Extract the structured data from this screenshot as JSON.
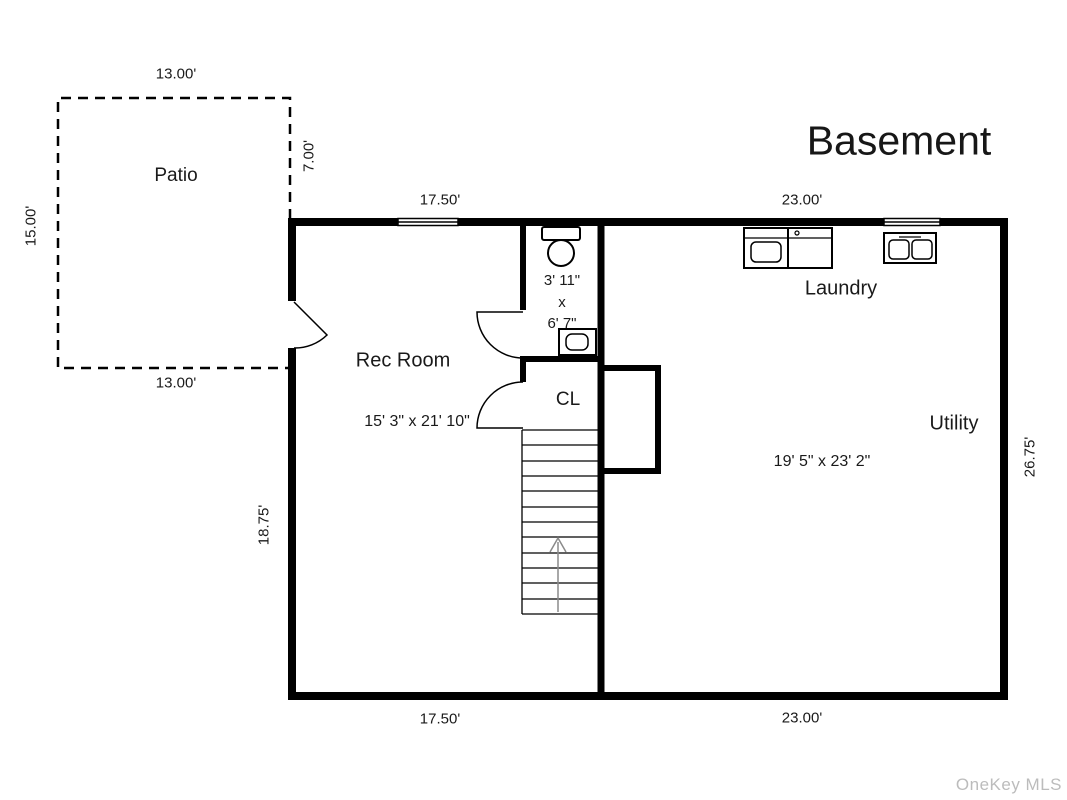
{
  "title": "Basement",
  "watermark": "OneKey MLS",
  "patio": {
    "label": "Patio",
    "dim_top": "13.00'",
    "dim_right": "7.00'",
    "dim_left": "15.00'",
    "dim_bottom": "13.00'"
  },
  "rooms": {
    "rec_room": {
      "label": "Rec Room",
      "size": "15' 3\" x 21' 10\""
    },
    "bathroom": {
      "width": "3' 11\"",
      "separator": "x",
      "depth": "6' 7\""
    },
    "closet": {
      "label": "CL"
    },
    "laundry": {
      "label": "Laundry"
    },
    "utility": {
      "label": "Utility",
      "size": "19' 5\" x 23' 2\""
    }
  },
  "dimensions": {
    "top_left": "17.50'",
    "top_right": "23.00'",
    "side_left": "18.75'",
    "side_right": "26.75'",
    "bottom_left": "17.50'",
    "bottom_right": "23.00'"
  },
  "icons": {
    "toilet": "toilet-icon",
    "bath_sink": "sink-icon",
    "washer": "washer-icon",
    "dryer": "dryer-icon",
    "laundry_sink": "laundry-sink-icon",
    "stairs_arrow": "stairs-up-arrow-icon"
  },
  "colors": {
    "wall": "#000000",
    "text": "#1a1a1a",
    "watermark": "#bcbcbc"
  }
}
